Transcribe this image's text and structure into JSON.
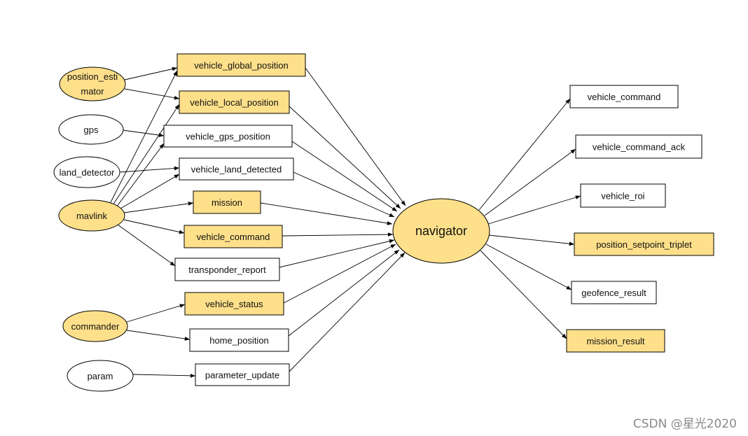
{
  "colors": {
    "highlight": "#ffe08a",
    "plain": "#ffffff",
    "stroke": "#000000"
  },
  "nodes": {
    "position_estimator": {
      "label_line1": "position_esti",
      "label_line2": "mator",
      "shape": "ellipse",
      "highlight": true
    },
    "gps": {
      "label": "gps",
      "shape": "ellipse",
      "highlight": false
    },
    "land_detector": {
      "label": "land_detector",
      "shape": "ellipse",
      "highlight": false
    },
    "mavlink": {
      "label": "mavlink",
      "shape": "ellipse",
      "highlight": true
    },
    "commander": {
      "label": "commander",
      "shape": "ellipse",
      "highlight": true
    },
    "param": {
      "label": "param",
      "shape": "ellipse",
      "highlight": false
    },
    "vehicle_global_position": {
      "label": "vehicle_global_position",
      "shape": "box",
      "highlight": true
    },
    "vehicle_local_position": {
      "label": "vehicle_local_position",
      "shape": "box",
      "highlight": true
    },
    "vehicle_gps_position": {
      "label": "vehicle_gps_position",
      "shape": "box",
      "highlight": false
    },
    "vehicle_land_detected": {
      "label": "vehicle_land_detected",
      "shape": "box",
      "highlight": false
    },
    "mission": {
      "label": "mission",
      "shape": "box",
      "highlight": true
    },
    "vehicle_command_in": {
      "label": "vehicle_command",
      "shape": "box",
      "highlight": true
    },
    "transponder_report": {
      "label": "transponder_report",
      "shape": "box",
      "highlight": false
    },
    "vehicle_status": {
      "label": "vehicle_status",
      "shape": "box",
      "highlight": true
    },
    "home_position": {
      "label": "home_position",
      "shape": "box",
      "highlight": false
    },
    "parameter_update": {
      "label": "parameter_update",
      "shape": "box",
      "highlight": false
    },
    "navigator": {
      "label": "navigator",
      "shape": "ellipse",
      "highlight": true
    },
    "vehicle_command_out": {
      "label": "vehicle_command",
      "shape": "box",
      "highlight": false
    },
    "vehicle_command_ack": {
      "label": "vehicle_command_ack",
      "shape": "box",
      "highlight": false
    },
    "vehicle_roi": {
      "label": "vehicle_roi",
      "shape": "box",
      "highlight": false
    },
    "position_setpoint_triplet": {
      "label": "position_setpoint_triplet",
      "shape": "box",
      "highlight": true
    },
    "geofence_result": {
      "label": "geofence_result",
      "shape": "box",
      "highlight": false
    },
    "mission_result": {
      "label": "mission_result",
      "shape": "box",
      "highlight": true
    }
  },
  "edges": [
    [
      "position_estimator",
      "vehicle_global_position"
    ],
    [
      "position_estimator",
      "vehicle_local_position"
    ],
    [
      "gps",
      "vehicle_gps_position"
    ],
    [
      "land_detector",
      "vehicle_land_detected"
    ],
    [
      "mavlink",
      "vehicle_global_position"
    ],
    [
      "mavlink",
      "vehicle_local_position"
    ],
    [
      "mavlink",
      "vehicle_gps_position"
    ],
    [
      "mavlink",
      "vehicle_land_detected"
    ],
    [
      "mavlink",
      "mission"
    ],
    [
      "mavlink",
      "vehicle_command_in"
    ],
    [
      "mavlink",
      "transponder_report"
    ],
    [
      "commander",
      "vehicle_status"
    ],
    [
      "commander",
      "home_position"
    ],
    [
      "param",
      "parameter_update"
    ],
    [
      "vehicle_global_position",
      "navigator"
    ],
    [
      "vehicle_local_position",
      "navigator"
    ],
    [
      "vehicle_gps_position",
      "navigator"
    ],
    [
      "vehicle_land_detected",
      "navigator"
    ],
    [
      "mission",
      "navigator"
    ],
    [
      "vehicle_command_in",
      "navigator"
    ],
    [
      "transponder_report",
      "navigator"
    ],
    [
      "vehicle_status",
      "navigator"
    ],
    [
      "home_position",
      "navigator"
    ],
    [
      "parameter_update",
      "navigator"
    ],
    [
      "navigator",
      "vehicle_command_out"
    ],
    [
      "navigator",
      "vehicle_command_ack"
    ],
    [
      "navigator",
      "vehicle_roi"
    ],
    [
      "navigator",
      "position_setpoint_triplet"
    ],
    [
      "navigator",
      "geofence_result"
    ],
    [
      "navigator",
      "mission_result"
    ]
  ],
  "watermark": "CSDN @星光2020"
}
